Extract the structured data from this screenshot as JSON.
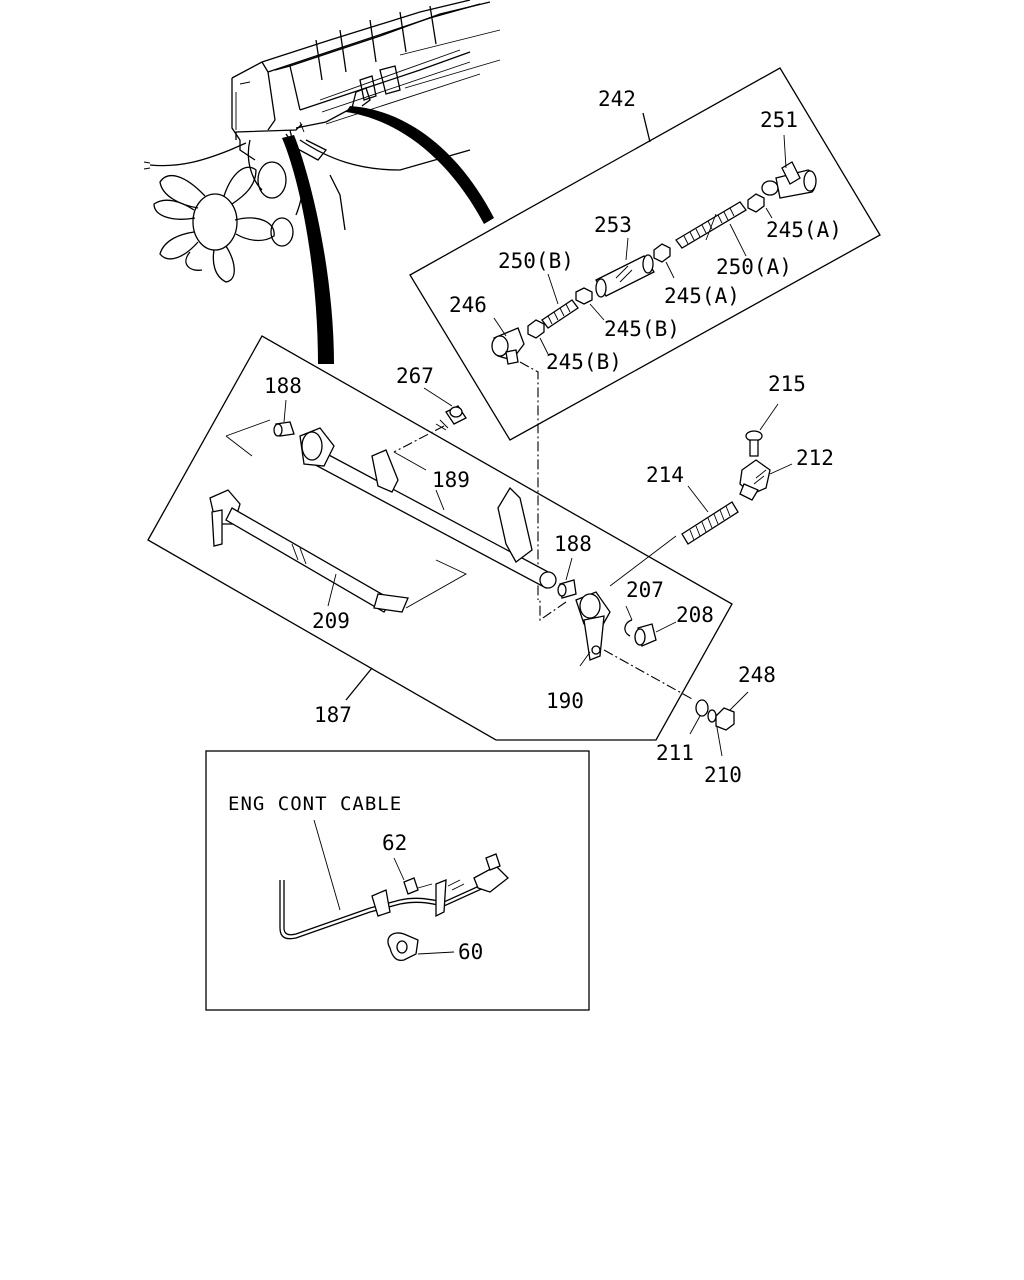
{
  "callouts": {
    "c242": "242",
    "c251": "251",
    "c253": "253",
    "c250b": "250(B)",
    "c245a_1": "245(A)",
    "c250a": "250(A)",
    "c245a_2": "245(A)",
    "c246": "246",
    "c245b_1": "245(B)",
    "c245b_2": "245(B)",
    "c188_1": "188",
    "c267": "267",
    "c215": "215",
    "c212": "212",
    "c214": "214",
    "c189": "189",
    "c188_2": "188",
    "c207": "207",
    "c208": "208",
    "c209": "209",
    "c190": "190",
    "c187": "187",
    "c248": "248",
    "c211": "211",
    "c210": "210",
    "c62": "62",
    "c60": "60"
  },
  "inset": {
    "caption": "ENG CONT CABLE"
  }
}
